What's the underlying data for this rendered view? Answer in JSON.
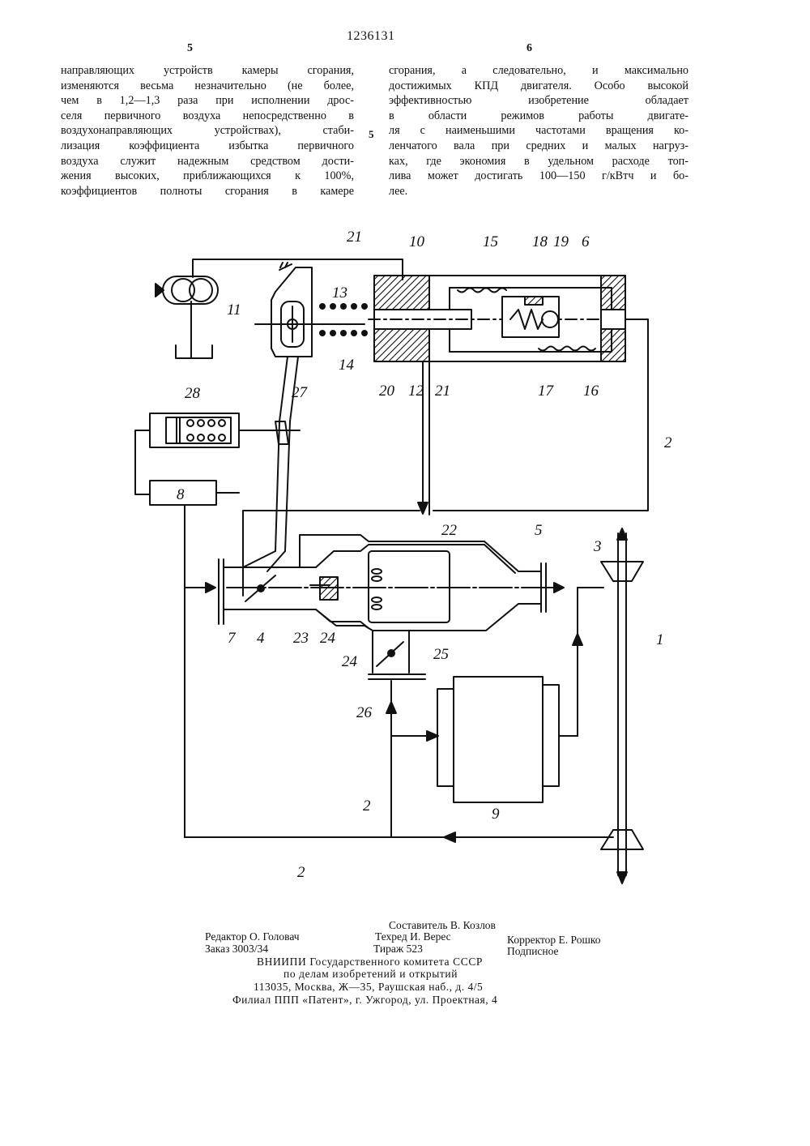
{
  "header": {
    "patent_number": "1236131",
    "page_left": "5",
    "page_right": "6"
  },
  "left_column": [
    "направляющих устройств камеры сгорания,",
    "изменяются весьма незначительно (не более,",
    "чем в 1,2—1,3 раза при исполнении дрос-",
    "селя первичного воздуха непосредственно в",
    "воздухонаправляющих устройствах), стаби-",
    "лизация коэффициента избытка первичного",
    "воздуха служит надежным средством дости-",
    "жения высоких, приближающихся к 100%,",
    "коэффициентов полноты сгорания в камере"
  ],
  "right_column": [
    "сгорания, а следовательно, и максимально",
    "достижимых КПД двигателя. Особо высокой",
    "эффективностью изобретение обладает",
    "в области режимов работы двигате-",
    "ля с наименьшими частотами вращения ко-",
    "ленчатого вала при средних и малых нагруз-",
    "ках, где экономия в удельном расходе топ-",
    "лива может достигать 100—150 г/кВтч и бо-",
    "лее."
  ],
  "margin_line_number": "5",
  "figure_labels": {
    "l1": "1",
    "l2a": "2",
    "l2b": "2",
    "l2c": "2",
    "l3": "3",
    "l4": "4",
    "l5": "5",
    "l6": "6",
    "l7": "7",
    "l8": "8",
    "l9": "9",
    "l10": "10",
    "l11": "11",
    "l12": "12",
    "l13": "13",
    "l14": "14",
    "l15": "15",
    "l16": "16",
    "l17": "17",
    "l18": "18",
    "l19": "19",
    "l20": "20",
    "l21a": "21",
    "l21b": "21",
    "l22": "22",
    "l23": "23",
    "l24a": "24",
    "l24b": "24",
    "l25": "25",
    "l26": "26",
    "l27": "27",
    "l28": "28"
  },
  "footer": {
    "compiler": "Составитель В. Козлов",
    "editor": "Редактор О. Головач",
    "techred": "Техред И. Верес",
    "corrector": "Корректор Е. Рошко",
    "order": "Заказ 3003/34",
    "circulation": "Тираж 523",
    "subscription": "Подписное",
    "org": "ВНИИПИ Государственного комитета СССР",
    "org2": "по делам изобретений и открытий",
    "address": "113035, Москва, Ж—35, Раушская наб., д. 4/5",
    "branch": "Филиал ППП «Патент», г. Ужгород, ул. Проектная, 4"
  }
}
